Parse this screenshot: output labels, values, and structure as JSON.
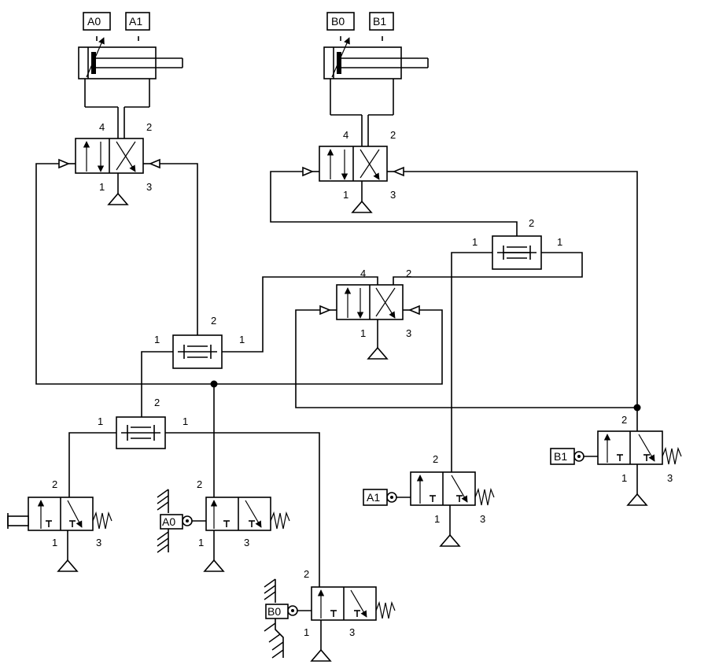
{
  "tags": {
    "cyl_a_retracted": "A0",
    "cyl_a_extended": "A1",
    "cyl_b_retracted": "B0",
    "cyl_b_extended": "B1",
    "sensor_a1": "A1",
    "sensor_b1": "B1",
    "sensor_a0": "A0",
    "sensor_b0": "B0"
  },
  "port_labels": {
    "p1": "1",
    "p2": "2",
    "p3": "3",
    "p4": "4"
  }
}
